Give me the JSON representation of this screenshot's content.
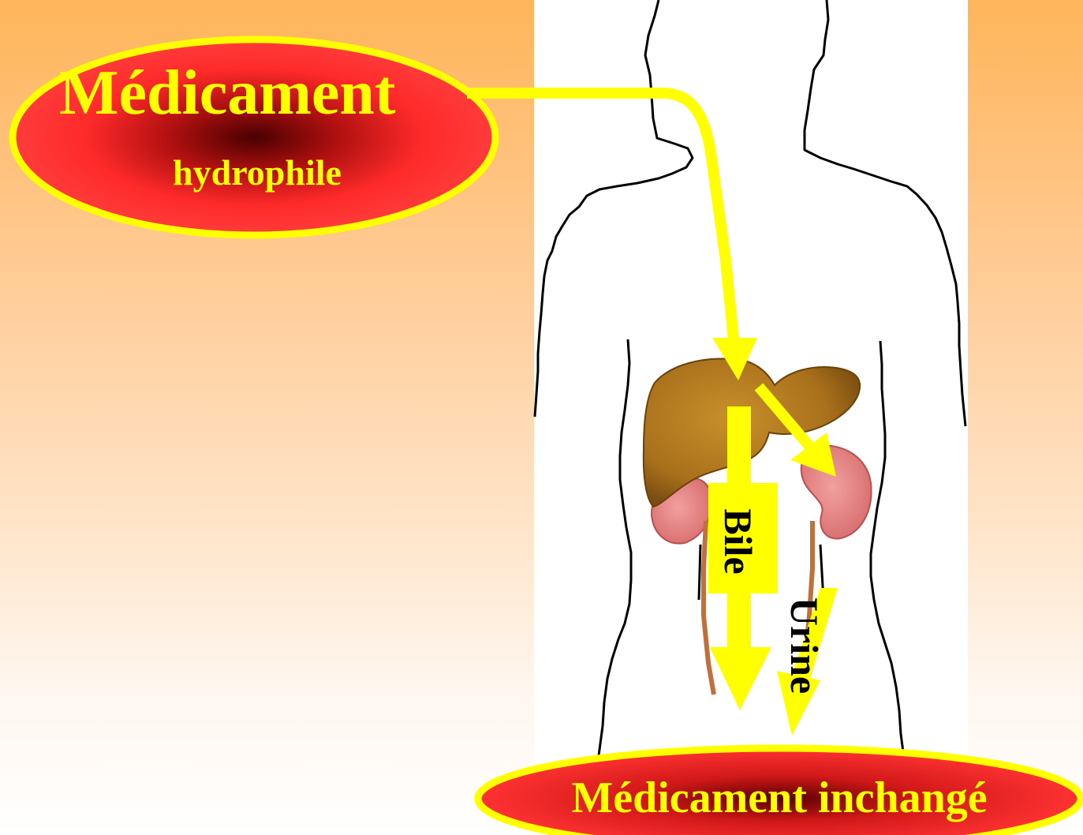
{
  "source": {
    "title": "Médicament",
    "subtitle": "hydrophile"
  },
  "routes": {
    "bile": "Bile",
    "urine": "Urine"
  },
  "result": {
    "label": "Médicament inchangé"
  },
  "colors": {
    "ellipse_fill": "#ff2a2a",
    "ellipse_center": "#5a0000",
    "accent_yellow": "#ffff00",
    "liver": "#b07a1e",
    "kidney": "#e98a8a",
    "outline": "#000000"
  },
  "icons": {
    "figure": "human-body-silhouette",
    "organ_liver": "liver-icon",
    "organ_kidney": "kidney-icon"
  }
}
